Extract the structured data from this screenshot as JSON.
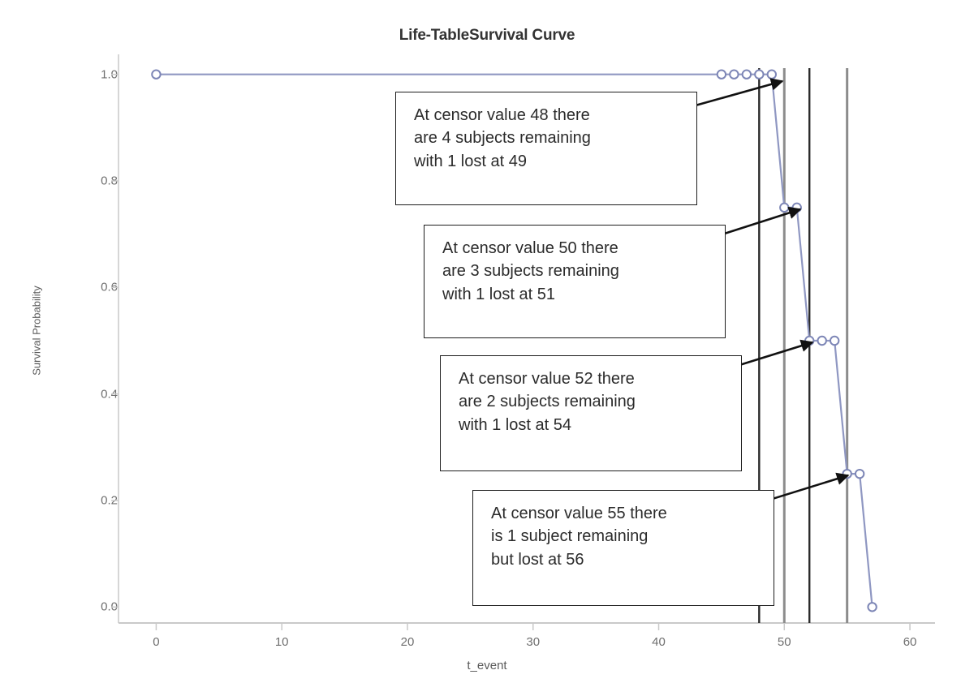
{
  "chart_data": {
    "type": "line",
    "title": "Life-TableSurvival Curve",
    "xlabel": "t_event",
    "ylabel": "Survival Probability",
    "xlim": [
      -3,
      62
    ],
    "ylim": [
      -0.03,
      1.03
    ],
    "grid": false,
    "legend": "none",
    "x_ticks": [
      0,
      10,
      20,
      30,
      40,
      50,
      60
    ],
    "x_tick_labels": [
      "0",
      "10",
      "20",
      "30",
      "40",
      "50",
      "60"
    ],
    "y_ticks": [
      0.0,
      0.2,
      0.4,
      0.6,
      0.8,
      1.0
    ],
    "y_tick_labels": [
      "0.0",
      "0.2",
      "0.4",
      "0.6",
      "0.8",
      "1.0"
    ],
    "series": [
      {
        "name": "survival",
        "color": "#8f97c2",
        "marker": "open-circle",
        "x": [
          0,
          45,
          46,
          47,
          48,
          49,
          50,
          51,
          52,
          53,
          54,
          55,
          56,
          57
        ],
        "y": [
          1.0,
          1.0,
          1.0,
          1.0,
          1.0,
          1.0,
          0.75,
          0.75,
          0.5,
          0.5,
          0.5,
          0.25,
          0.25,
          0.0
        ]
      }
    ],
    "reference_lines": [
      {
        "name": "censor-line-48",
        "x": 48,
        "color": "#2b2b2b",
        "width": 2.4
      },
      {
        "name": "censor-line-50",
        "x": 50,
        "color": "#8c8c8c",
        "width": 3.0
      },
      {
        "name": "censor-line-52",
        "x": 52,
        "color": "#2b2b2b",
        "width": 2.4
      },
      {
        "name": "censor-line-55",
        "x": 55,
        "color": "#8c8c8c",
        "width": 3.0
      }
    ]
  },
  "annotations": [
    {
      "id": "callout-48",
      "text": "At censor value 48 there\nare 4 subjects remaining\nwith 1 lost at 49",
      "censor_value": 48,
      "subjects_remaining": 4,
      "lost_at": 49
    },
    {
      "id": "callout-50",
      "text": "At censor value 50 there\nare 3 subjects remaining\nwith 1 lost at 51",
      "censor_value": 50,
      "subjects_remaining": 3,
      "lost_at": 51
    },
    {
      "id": "callout-52",
      "text": "At censor value 52 there\nare 2 subjects remaining\nwith 1 lost at 54",
      "censor_value": 52,
      "subjects_remaining": 2,
      "lost_at": 54
    },
    {
      "id": "callout-55",
      "text": "At censor value 55 there\nis 1 subject remaining\nbut  lost at 56",
      "censor_value": 55,
      "subjects_remaining": 1,
      "lost_at": 56
    }
  ],
  "colors": {
    "line": "#8f97c2",
    "marker_edge": "#7d86b6",
    "frame": "#c9c9c9",
    "callout_border": "#1d1d1d",
    "arrow": "#111111",
    "text": "#4d4d4d",
    "background": "#ffffff"
  }
}
